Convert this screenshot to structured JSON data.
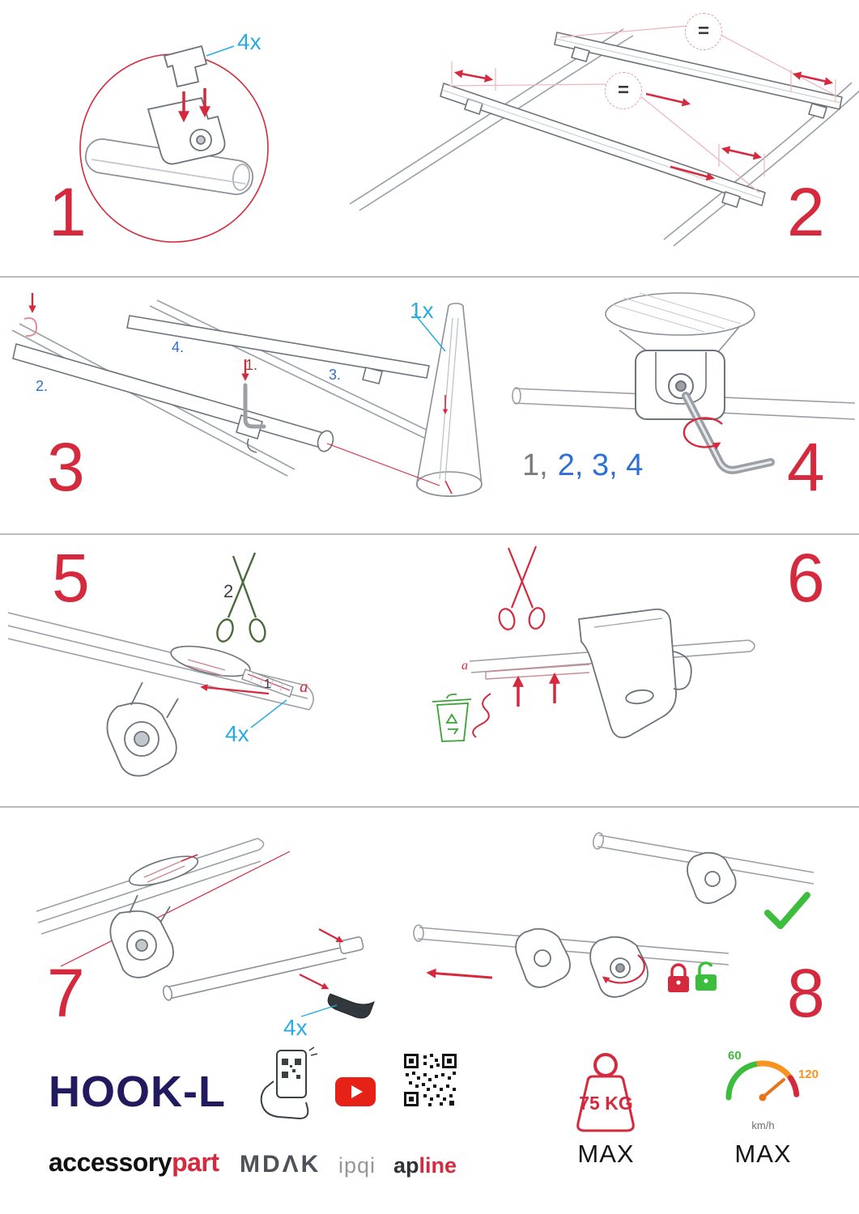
{
  "colors": {
    "accent_red": "#d5293d",
    "qty_blue": "#29abe2",
    "sequence_blue": "#2e6fd3",
    "success_green": "#3dbd3d",
    "brand_navy": "#211a5e",
    "youtube_red": "#e62117",
    "speed_orange": "#f7931e"
  },
  "steps": {
    "s1": {
      "number": "1",
      "qty": "4x"
    },
    "s2": {
      "number": "2",
      "equals_a": "=",
      "equals_b": "="
    },
    "s3": {
      "number": "3",
      "qty": "1x",
      "sub1": "1.",
      "sub2": "2.",
      "sub3": "3.",
      "sub4": "4."
    },
    "s4": {
      "number": "4",
      "seq_first": "1,",
      "seq_rest": "2, 3, 4"
    },
    "s5": {
      "number": "5",
      "scissors_label": "2",
      "strap_label": "1",
      "dim_label": "a",
      "qty": "4x"
    },
    "s6": {
      "number": "6",
      "dim_label": "a"
    },
    "s7": {
      "number": "7",
      "qty": "4x"
    },
    "s8": {
      "number": "8"
    }
  },
  "footer": {
    "product": "HOOK-L",
    "brand_part1": "accessory",
    "brand_part2": "part",
    "logo_mdak": "MDΛK",
    "logo_ipqi": "ipqi",
    "logo_apline_dark": "ap",
    "logo_apline_red": "line",
    "weight_label": "75 KG",
    "weight_max": "MAX",
    "speed_min": "60",
    "speed_max_value": "120",
    "speed_unit": "km/h",
    "speed_max": "MAX"
  }
}
